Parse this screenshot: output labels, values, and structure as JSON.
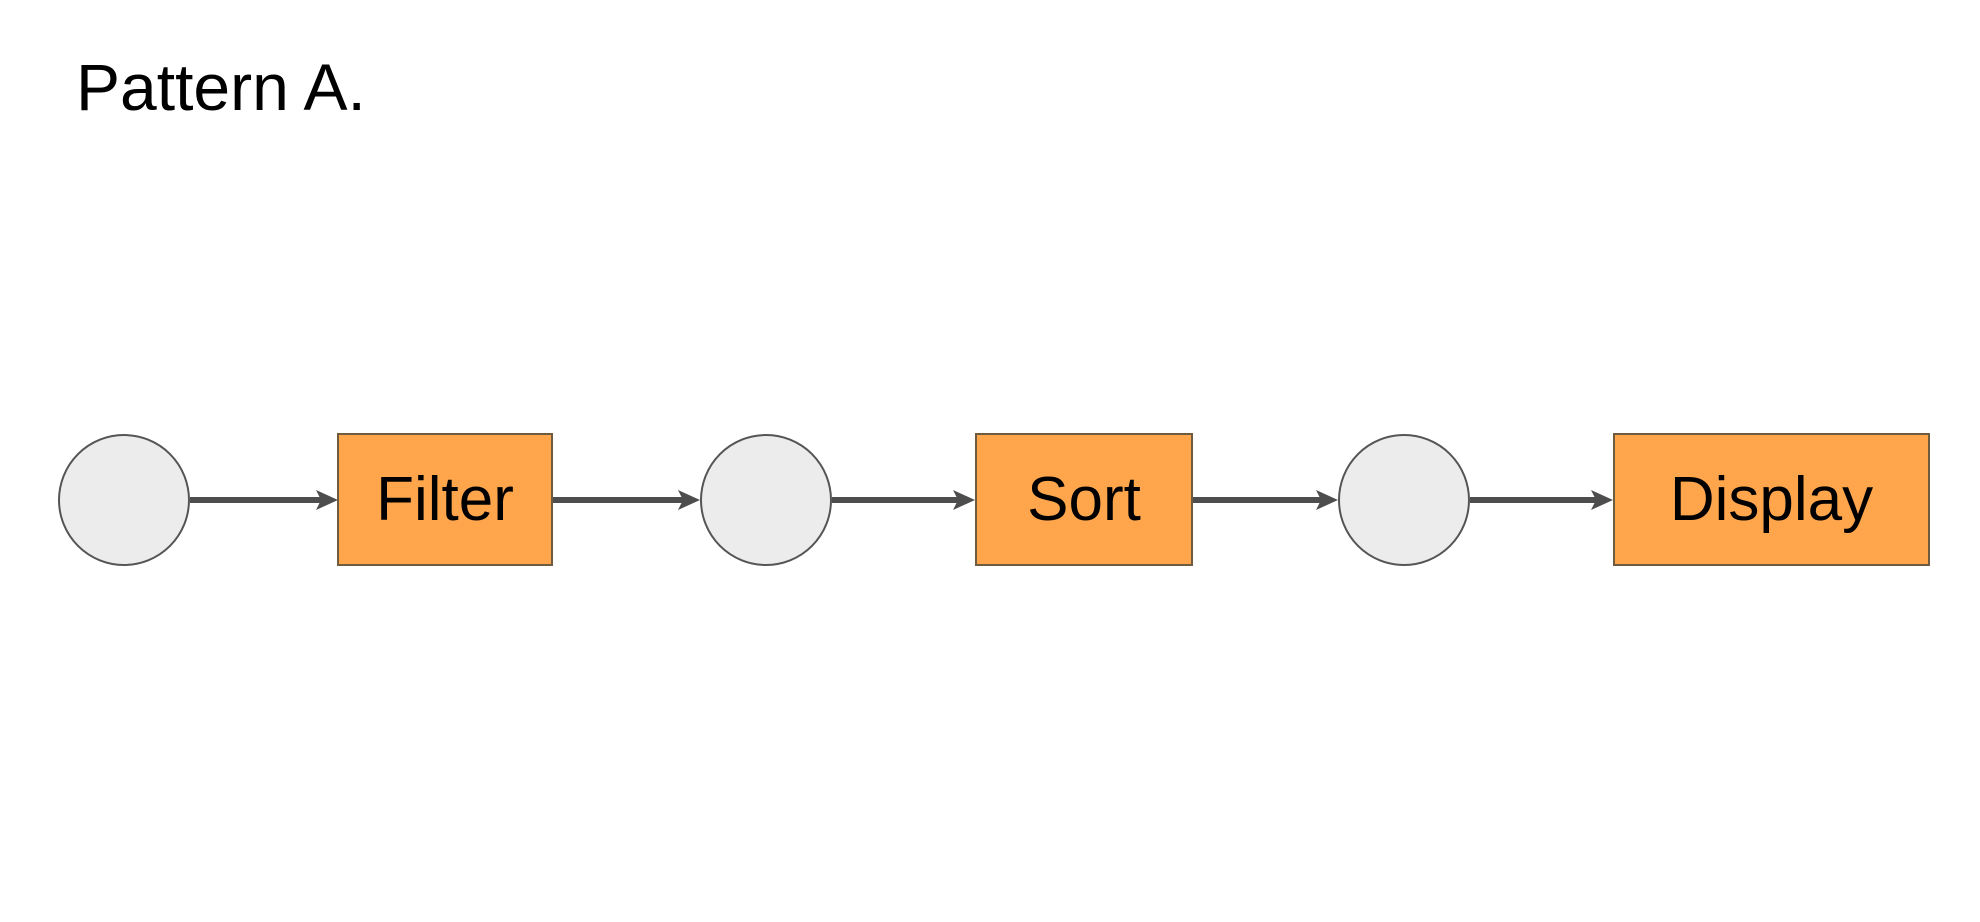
{
  "page": {
    "title": "Pattern A.",
    "background_color": "#ffffff"
  },
  "theme": {
    "process_fill": "#ffa64d",
    "process_border": "#6f5b3e",
    "state_fill": "#ececec",
    "state_border": "#555555",
    "arrow_color": "#4d4d4d",
    "text_color": "#000000"
  },
  "diagram": {
    "type": "flow-pipeline",
    "orientation": "horizontal",
    "nodes": [
      {
        "id": "state-1",
        "shape": "circle",
        "label": ""
      },
      {
        "id": "filter",
        "shape": "rectangle",
        "label": "Filter"
      },
      {
        "id": "state-2",
        "shape": "circle",
        "label": ""
      },
      {
        "id": "sort",
        "shape": "rectangle",
        "label": "Sort"
      },
      {
        "id": "state-3",
        "shape": "circle",
        "label": ""
      },
      {
        "id": "display",
        "shape": "rectangle",
        "label": "Display"
      }
    ],
    "edges": [
      {
        "from": "state-1",
        "to": "filter",
        "arrowhead": "solid-triangle"
      },
      {
        "from": "filter",
        "to": "state-2",
        "arrowhead": "solid-triangle"
      },
      {
        "from": "state-2",
        "to": "sort",
        "arrowhead": "solid-triangle"
      },
      {
        "from": "sort",
        "to": "state-3",
        "arrowhead": "solid-triangle"
      },
      {
        "from": "state-3",
        "to": "display",
        "arrowhead": "solid-triangle"
      }
    ]
  }
}
